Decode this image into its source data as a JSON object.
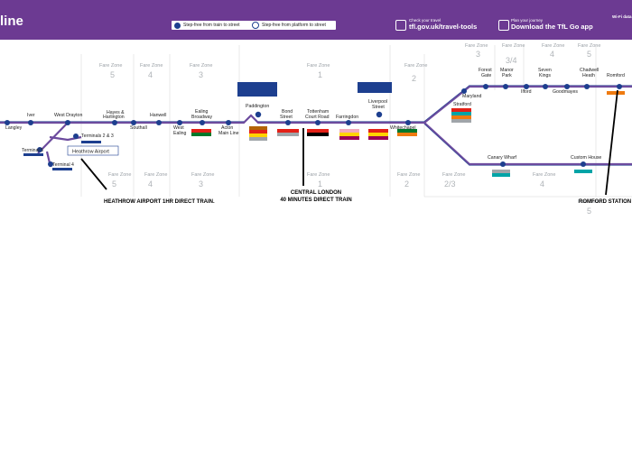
{
  "header": {
    "title": "line",
    "legend": [
      {
        "label": "Step-free from train to street"
      },
      {
        "label": "Step-free from platform to street"
      }
    ],
    "check_travel": "Check your travel",
    "travel_url": "tfl.gov.uk/travel-tools",
    "plan_journey": "Plan your journey",
    "download_app": "Download the TfL Go app",
    "wifi": "Wi-Fi data"
  },
  "stations": {
    "langley": "Langley",
    "iver": "Iver",
    "west_drayton": "West Drayton",
    "hayes": "Hayes &",
    "harlington": "Harlington",
    "southall": "Southall",
    "hanwell": "Hanwell",
    "west_ealing_1": "West",
    "west_ealing_2": "Ealing",
    "ealing_1": "Ealing",
    "ealing_2": "Broadway",
    "acton_1": "Acton",
    "acton_2": "Main Line",
    "paddington": "Paddington",
    "bond_1": "Bond",
    "bond_2": "Street",
    "tcr_1": "Tottenham",
    "tcr_2": "Court Road",
    "farringdon": "Farringdon",
    "liverpool_1": "Liverpool",
    "liverpool_2": "Street",
    "whitechapel": "Whitechapel",
    "stratford": "Stratford",
    "maryland": "Maryland",
    "forest_1": "Forest",
    "forest_2": "Gate",
    "manor_1": "Manor",
    "manor_2": "Park",
    "ilford": "Ilford",
    "seven_1": "Seven",
    "seven_2": "Kings",
    "goodmayes": "Goodmayes",
    "chadwell_1": "Chadwell",
    "chadwell_2": "Heath",
    "romford": "Romford",
    "canary": "Canary Wharf",
    "custom": "Custom House",
    "t23": "Terminals 2 & 3",
    "t5": "Terminal 5",
    "t4": "Terminal 4",
    "heathrow": "Heathrow Airport"
  },
  "zones": {
    "z5": "Fare Zone",
    "n5": "5",
    "n4": "4",
    "n3": "3",
    "n2": "2",
    "n1": "1",
    "n34": "3/4",
    "n23": "2/3"
  },
  "annotations": {
    "heathrow": "HEATHROW AIRPORT 1HR DIRECT TRAIN.",
    "central_1": "CENTRAL LONDON",
    "central_2": "40 MINUTES DIRECT TRAIN",
    "romford": "ROMFORD STATION"
  },
  "colors": {
    "header_purple": "#6c3a92",
    "line_purple": "#6c4b9e",
    "station_blue": "#1d3f8f"
  }
}
